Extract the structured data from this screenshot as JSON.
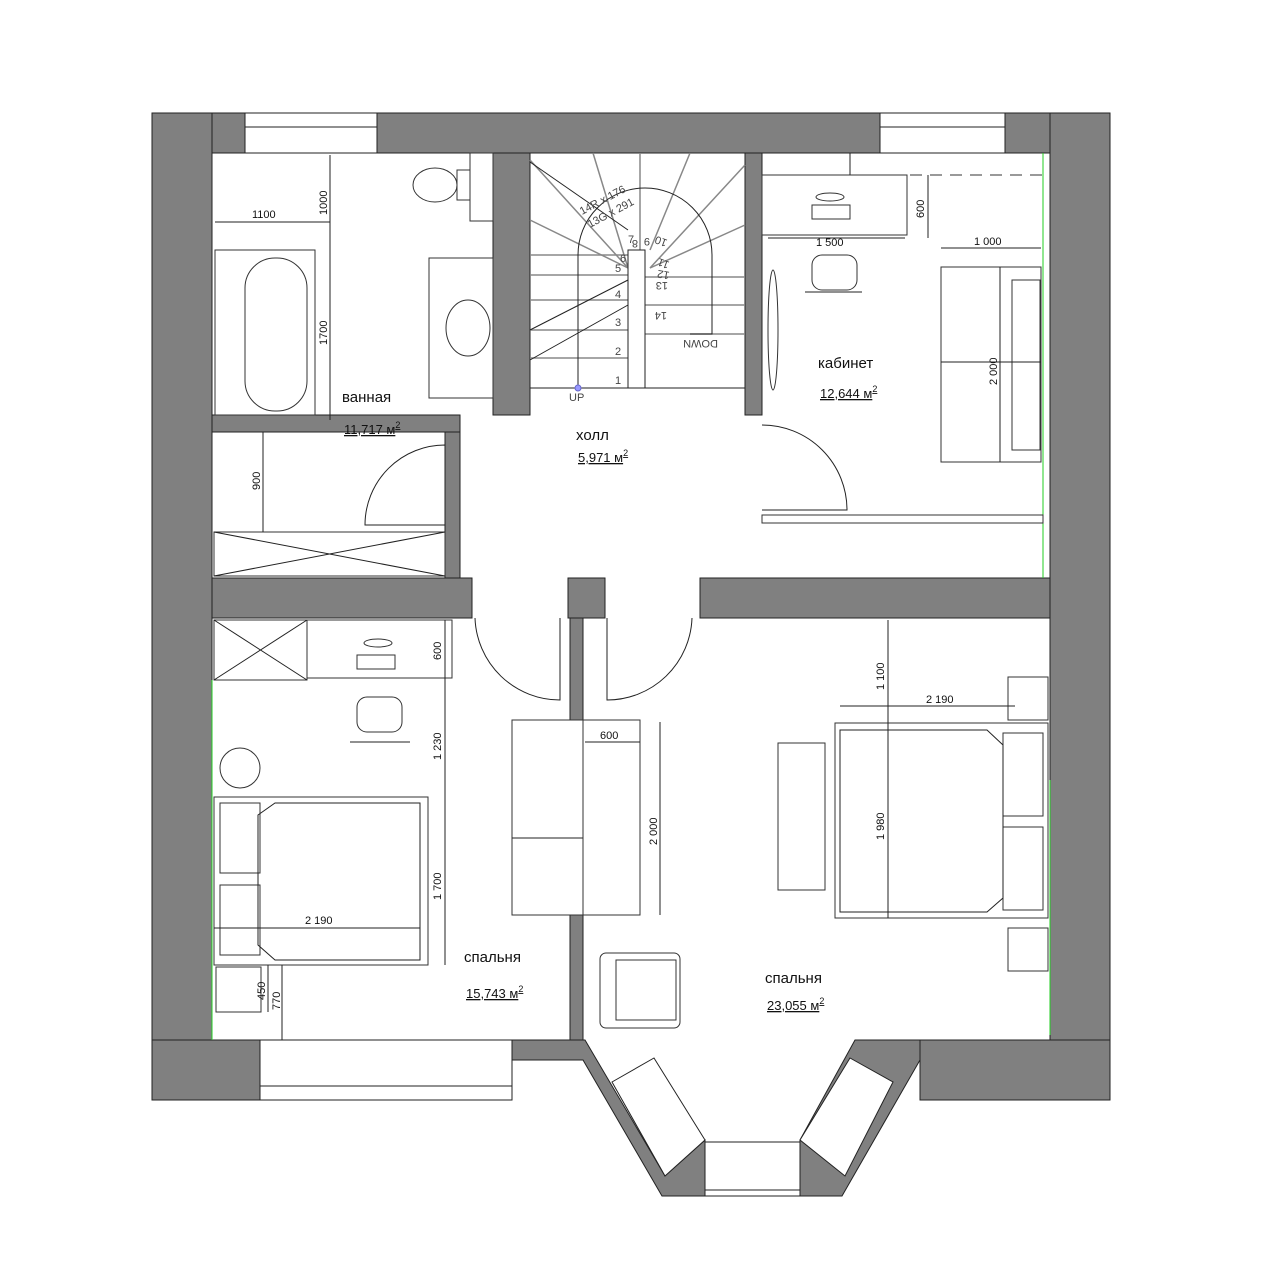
{
  "rooms": {
    "bathroom": {
      "name": "ванная",
      "area": "11,717 м",
      "sup": "2"
    },
    "hall": {
      "name": "холл",
      "area": "5,971 м",
      "sup": "2"
    },
    "office": {
      "name": "кабинет",
      "area": "12,644 м",
      "sup": "2"
    },
    "bedroom_left": {
      "name": "спальня",
      "area": "15,743 м",
      "sup": "2"
    },
    "bedroom_right": {
      "name": "спальня",
      "area": "23,055 м",
      "sup": "2"
    }
  },
  "stairs": {
    "risers": "14R x 176",
    "goings": "13G x 291",
    "steps": [
      "1",
      "2",
      "3",
      "4",
      "5",
      "6",
      "7",
      "8",
      "9",
      "10",
      "11",
      "12",
      "13",
      "14"
    ],
    "up": "UP",
    "down": "DOWN"
  },
  "dimensions": {
    "bath_width": "1100",
    "bath_top": "1000",
    "bath_tub": "1700",
    "bath_closet": "900",
    "office_desk": "1 500",
    "office_desk_depth": "600",
    "office_sofa_w": "1 000",
    "office_sofa_l": "2 000",
    "bl_desk_depth": "600",
    "bl_desk_gap": "1 230",
    "bl_bed_l": "1 700",
    "bl_bed_w": "2 190",
    "bl_nightstand": "450",
    "bl_nightstand2": "770",
    "br_wardrobe_w": "600",
    "br_wardrobe_l": "2 000",
    "br_top": "1 100",
    "br_bed_w": "2 190",
    "br_bed_l": "1 980"
  }
}
